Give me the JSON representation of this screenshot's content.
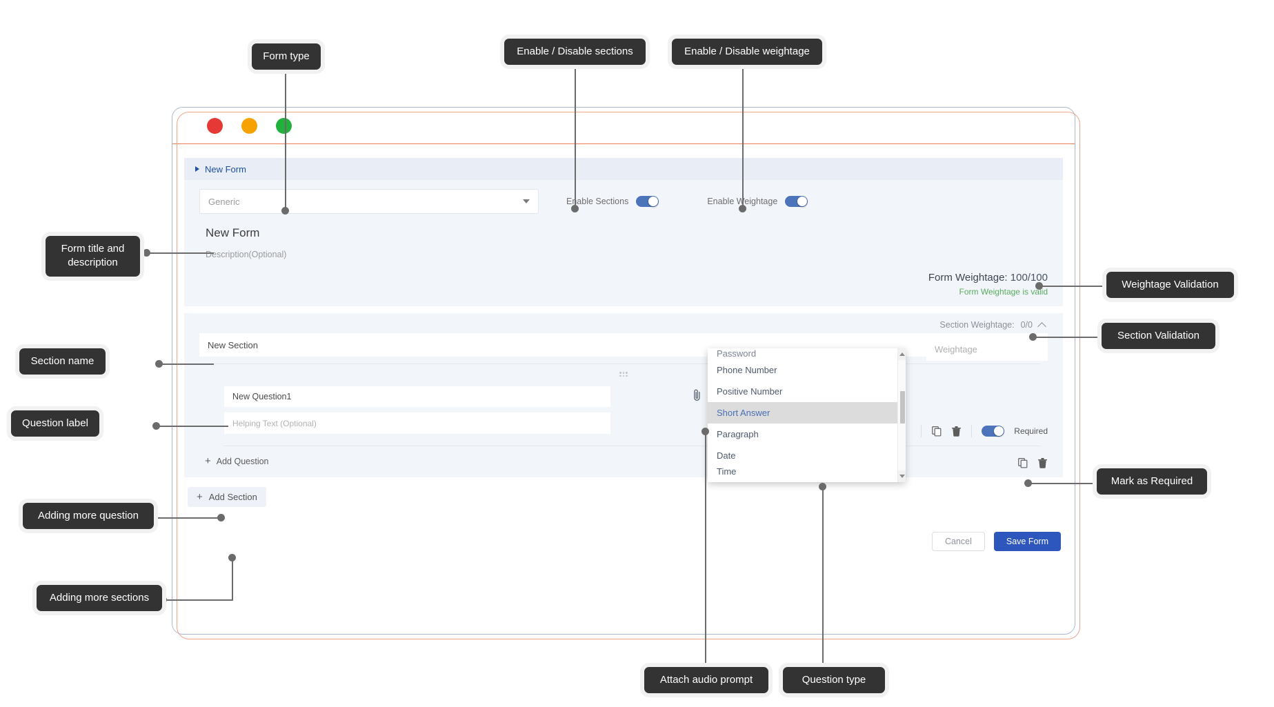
{
  "window": {
    "traffic_lights": [
      "close-red",
      "minimize-amber",
      "maximize-green"
    ]
  },
  "breadcrumb": {
    "label": "New Form"
  },
  "form": {
    "type_value": "Generic",
    "title": "New Form",
    "description_placeholder": "Description(Optional)",
    "enable_sections_label": "Enable Sections",
    "enable_sections_on": true,
    "enable_weightage_label": "Enable Weightage",
    "enable_weightage_on": true,
    "form_weightage_label": "Form Weightage:",
    "form_weightage_value": "100/100",
    "form_weightage_status": "Form Weightage is valid"
  },
  "section": {
    "weightage_label": "Section Weightage:",
    "weightage_value": "0/0",
    "name_value": "New Section",
    "weightage_placeholder": "Weightage",
    "add_question_label": "Add Question",
    "add_section_label": "Add Section",
    "plus_glyph": "+"
  },
  "question": {
    "label_value": "New Question1",
    "helping_text_placeholder": "Helping Text (Optional)",
    "required_label": "Required",
    "required_on": true
  },
  "question_type_dropdown": {
    "options": [
      {
        "label": "Password",
        "state": "clipped-top"
      },
      {
        "label": "Phone Number",
        "state": "normal"
      },
      {
        "label": "Positive Number",
        "state": "normal"
      },
      {
        "label": "Short Answer",
        "state": "selected"
      },
      {
        "label": "Paragraph",
        "state": "normal"
      },
      {
        "label": "Date",
        "state": "normal"
      },
      {
        "label": "Time",
        "state": "clipped-bottom"
      }
    ]
  },
  "footer": {
    "cancel_label": "Cancel",
    "save_label": "Save Form"
  },
  "annotations": [
    {
      "id": "form-type",
      "text": "Form type"
    },
    {
      "id": "enable-disable-sections",
      "text": "Enable / Disable sections"
    },
    {
      "id": "enable-disable-weightage",
      "text": "Enable / Disable weightage"
    },
    {
      "id": "form-title-and-description",
      "text": "Form title and\ndescription"
    },
    {
      "id": "weightage-validation",
      "text": "Weightage Validation"
    },
    {
      "id": "section-validation",
      "text": "Section Validation"
    },
    {
      "id": "section-name",
      "text": "Section name"
    },
    {
      "id": "question-label",
      "text": "Question label"
    },
    {
      "id": "mark-as-required",
      "text": "Mark as Required"
    },
    {
      "id": "adding-more-question",
      "text": "Adding more question"
    },
    {
      "id": "adding-more-sections",
      "text": "Adding more sections"
    },
    {
      "id": "attach-audio-prompt",
      "text": "Attach audio prompt"
    },
    {
      "id": "question-type",
      "text": "Question type"
    }
  ],
  "colors": {
    "accent_blue": "#2d57bd",
    "toggle_blue": "#4b74bb",
    "valid_green": "#5aab5e",
    "callout_bg": "#333333",
    "window_border": "#a9b6cf",
    "window_outline": "#f0a48c"
  }
}
